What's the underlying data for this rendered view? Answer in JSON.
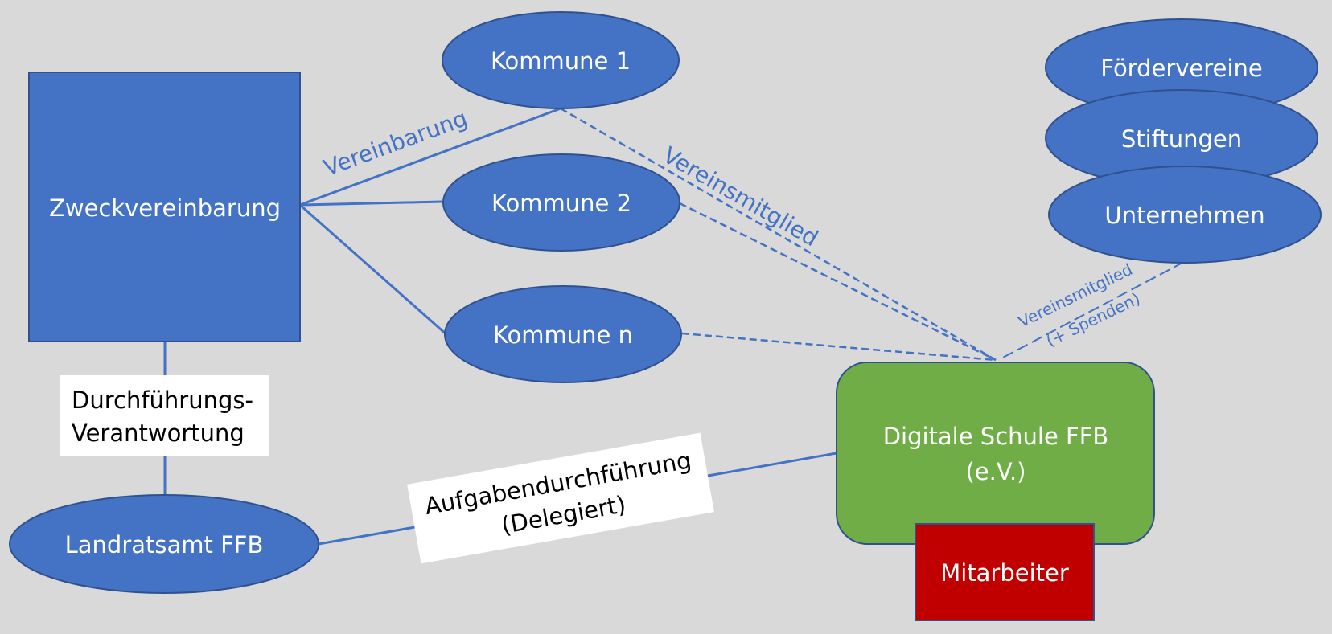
{
  "nodes": {
    "zweckvereinbarung": "Zweckvereinbarung",
    "kommune_1": "Kommune 1",
    "kommune_2": "Kommune 2",
    "kommune_n": "Kommune n",
    "foerdervereine": "Fördervereine",
    "stiftungen": "Stiftungen",
    "unternehmen": "Unternehmen",
    "digitale_schule": {
      "line1": "Digitale Schule FFB",
      "line2": "(e.V.)"
    },
    "mitarbeiter": "Mitarbeiter",
    "landratsamt": "Landratsamt FFB"
  },
  "labels": {
    "durchfuehrung": {
      "line1": "Durchführungs-",
      "line2": "Verantwortung"
    },
    "aufgabe": {
      "line1": "Aufgabendurchführung",
      "line2": "(Delegiert)"
    },
    "vereinbarung": "Vereinbarung",
    "vereinsmitglied": "Vereinsmitglied",
    "vereinsmitglied_small": {
      "line1": "Vereinsmitglied",
      "line2": "(+ Spenden)"
    }
  },
  "colors": {
    "background": "#d9d9d9",
    "blue": "#4472c4",
    "green": "#70ad47",
    "red": "#c00000"
  }
}
